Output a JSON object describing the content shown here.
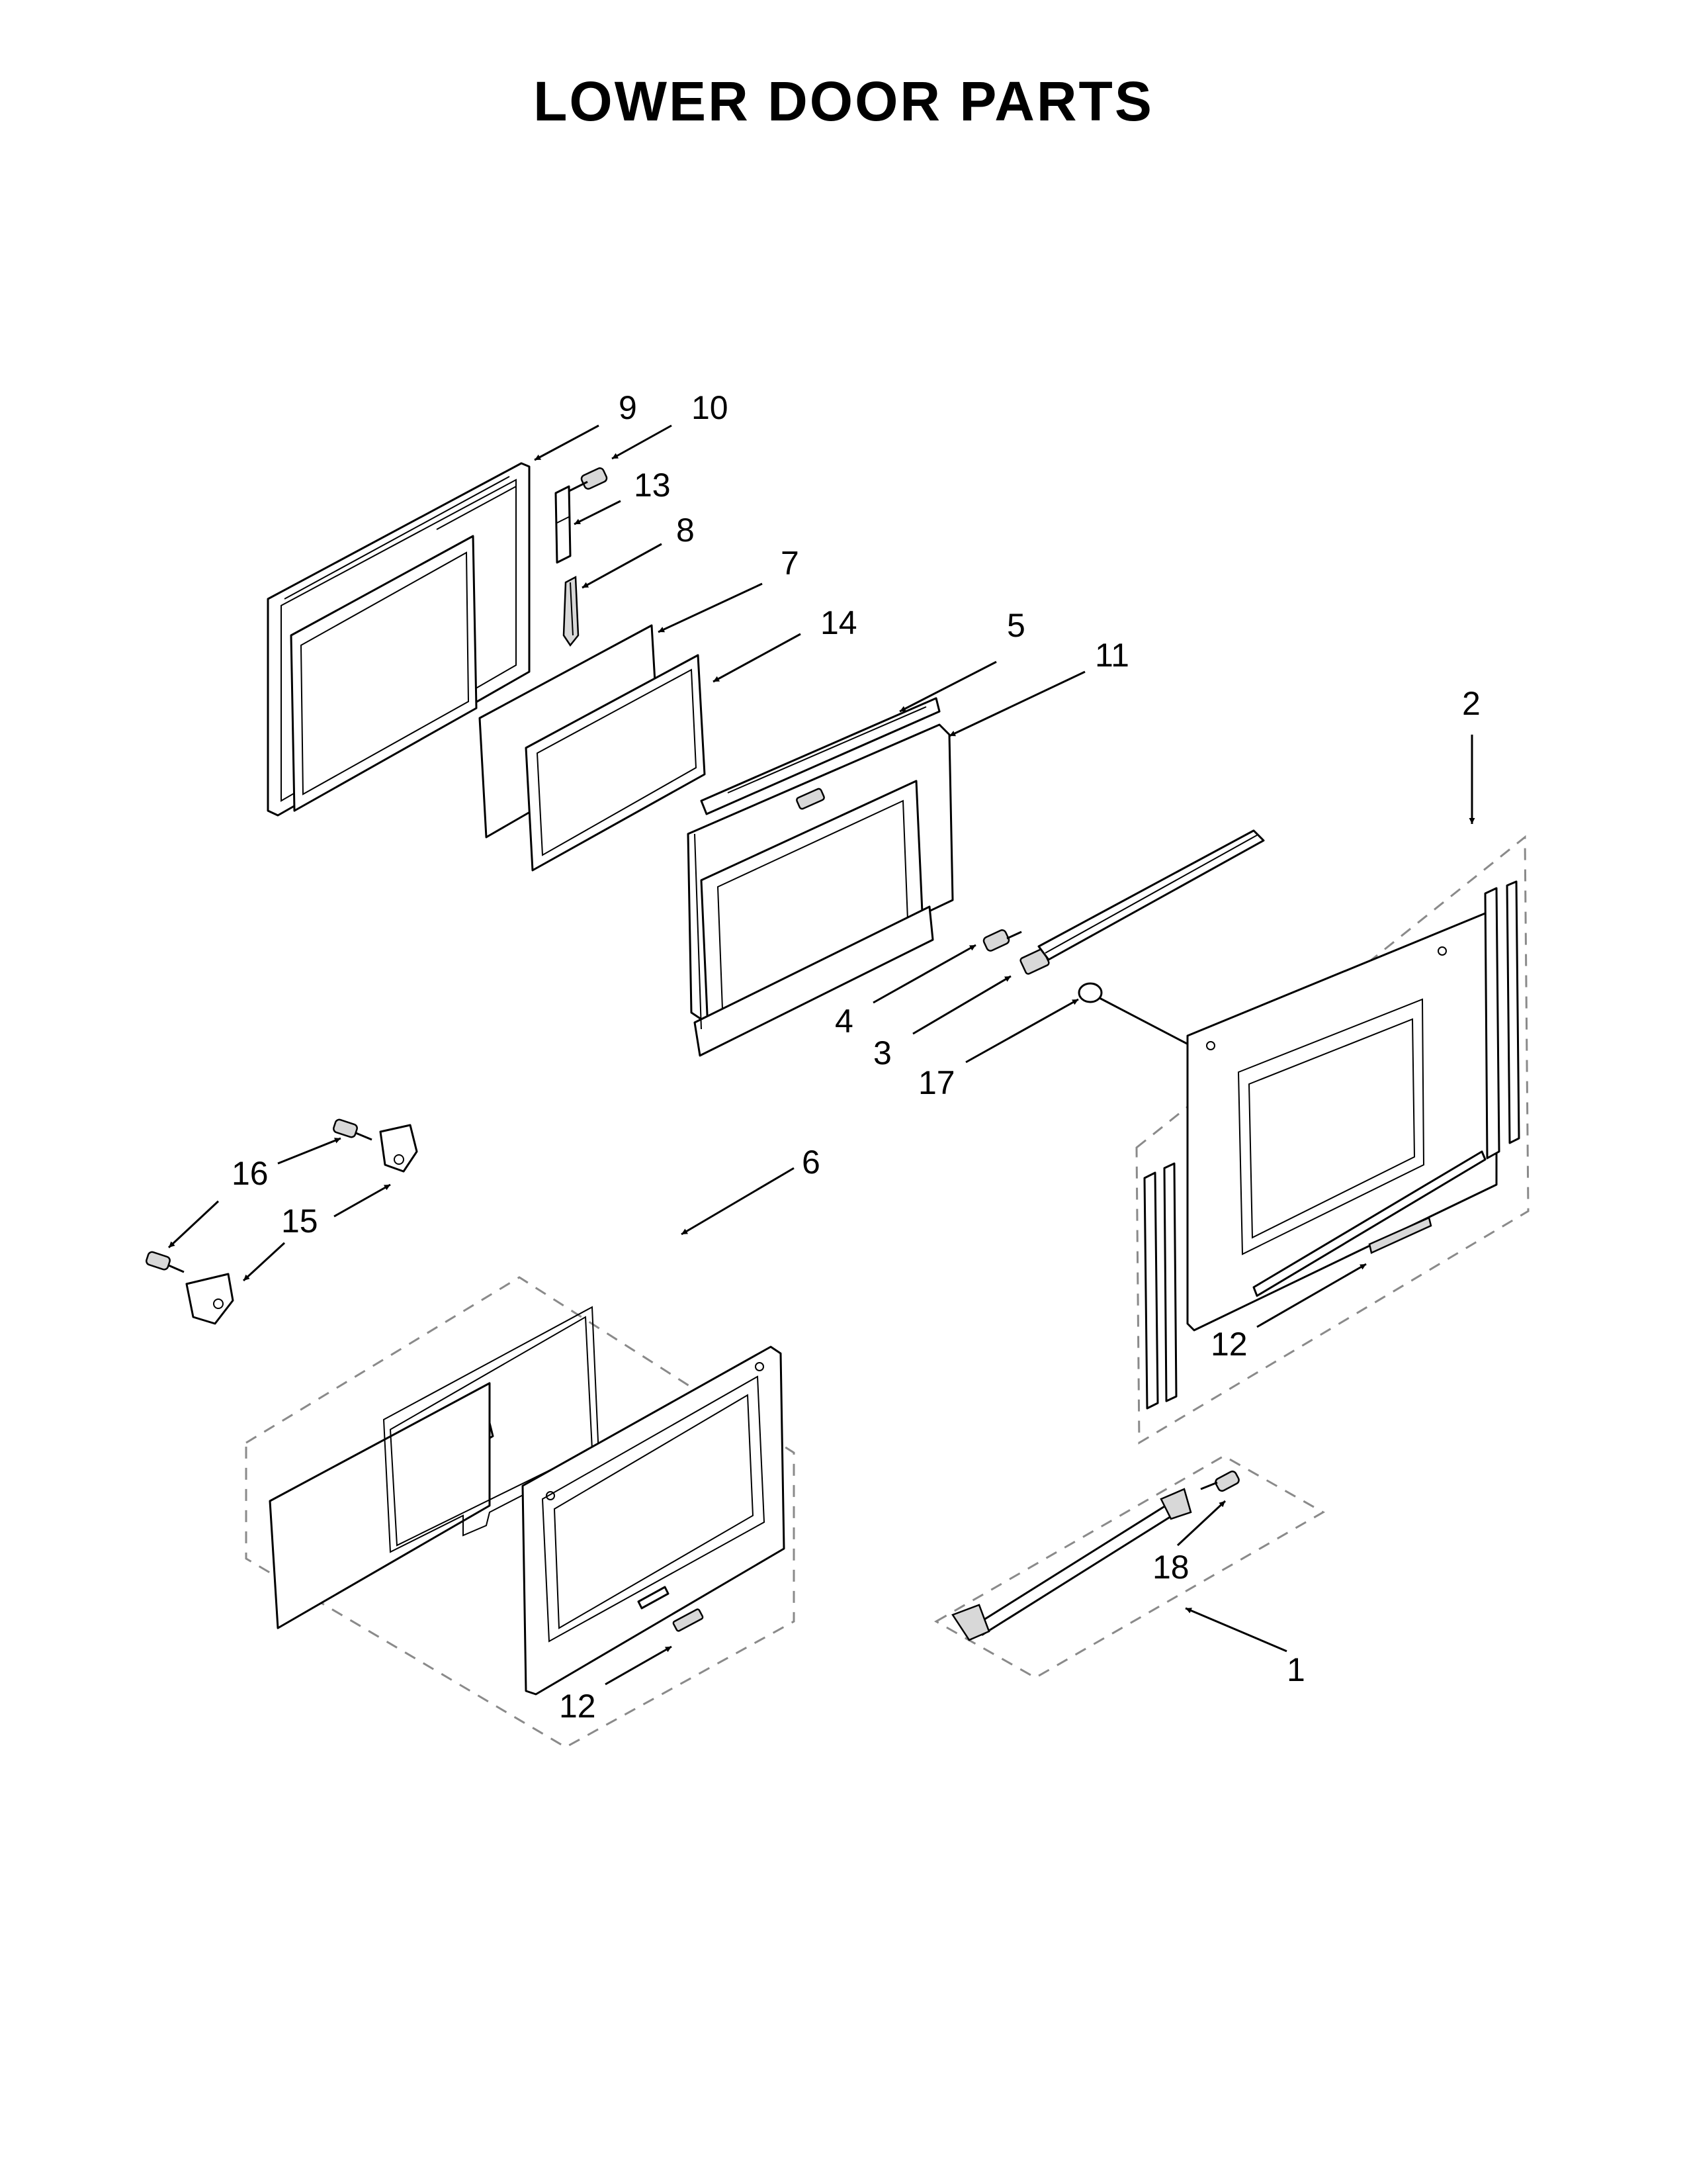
{
  "title": "LOWER DOOR PARTS",
  "callouts": {
    "c1": "1",
    "c2": "2",
    "c3": "3",
    "c4": "4",
    "c5": "5",
    "c6": "6",
    "c7": "7",
    "c8": "8",
    "c9": "9",
    "c10": "10",
    "c11": "11",
    "c12a": "12",
    "c12b": "12",
    "c13": "13",
    "c14": "14",
    "c15": "15",
    "c16": "16",
    "c17": "17",
    "c18": "18"
  }
}
